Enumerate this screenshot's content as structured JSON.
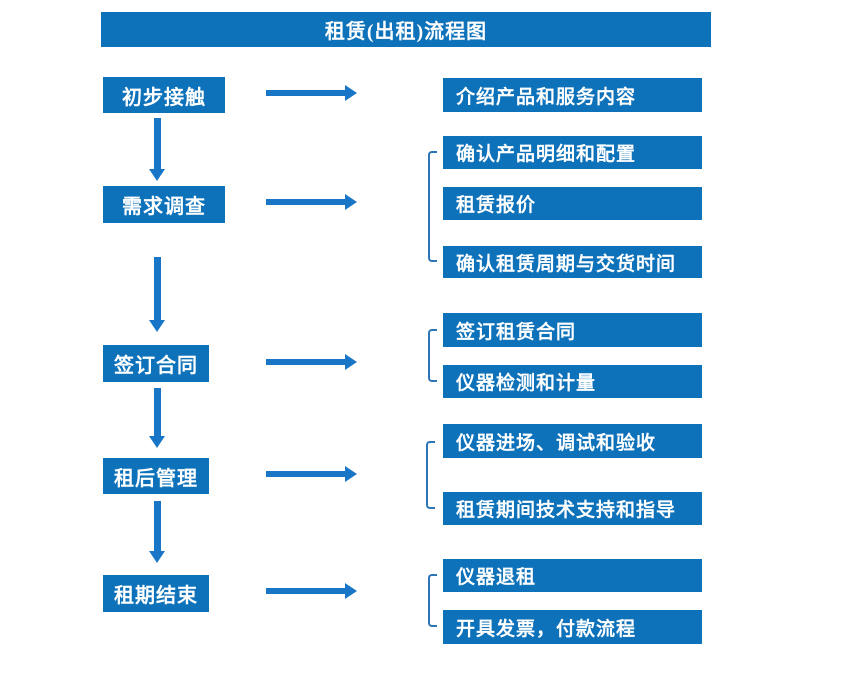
{
  "title": "租赁(出租)流程图",
  "colors": {
    "box_blue": "#0e72ba",
    "arrow_blue": "#1976c6",
    "bracket_blue": "#2e75b6",
    "text_white": "#ffffff"
  },
  "stages": [
    {
      "label": "初步接触",
      "outputs": [
        "介绍产品和服务内容"
      ]
    },
    {
      "label": "需求调查",
      "outputs": [
        "确认产品明细和配置",
        "租赁报价",
        "确认租赁周期与交货时间"
      ]
    },
    {
      "label": "签订合同",
      "outputs": [
        "签订租赁合同",
        "仪器检测和计量"
      ]
    },
    {
      "label": "租后管理",
      "outputs": [
        "仪器进场、调试和验收",
        "租赁期间技术支持和指导"
      ]
    },
    {
      "label": "租期结束",
      "outputs": [
        "仪器退租",
        "开具发票，付款流程"
      ]
    }
  ]
}
